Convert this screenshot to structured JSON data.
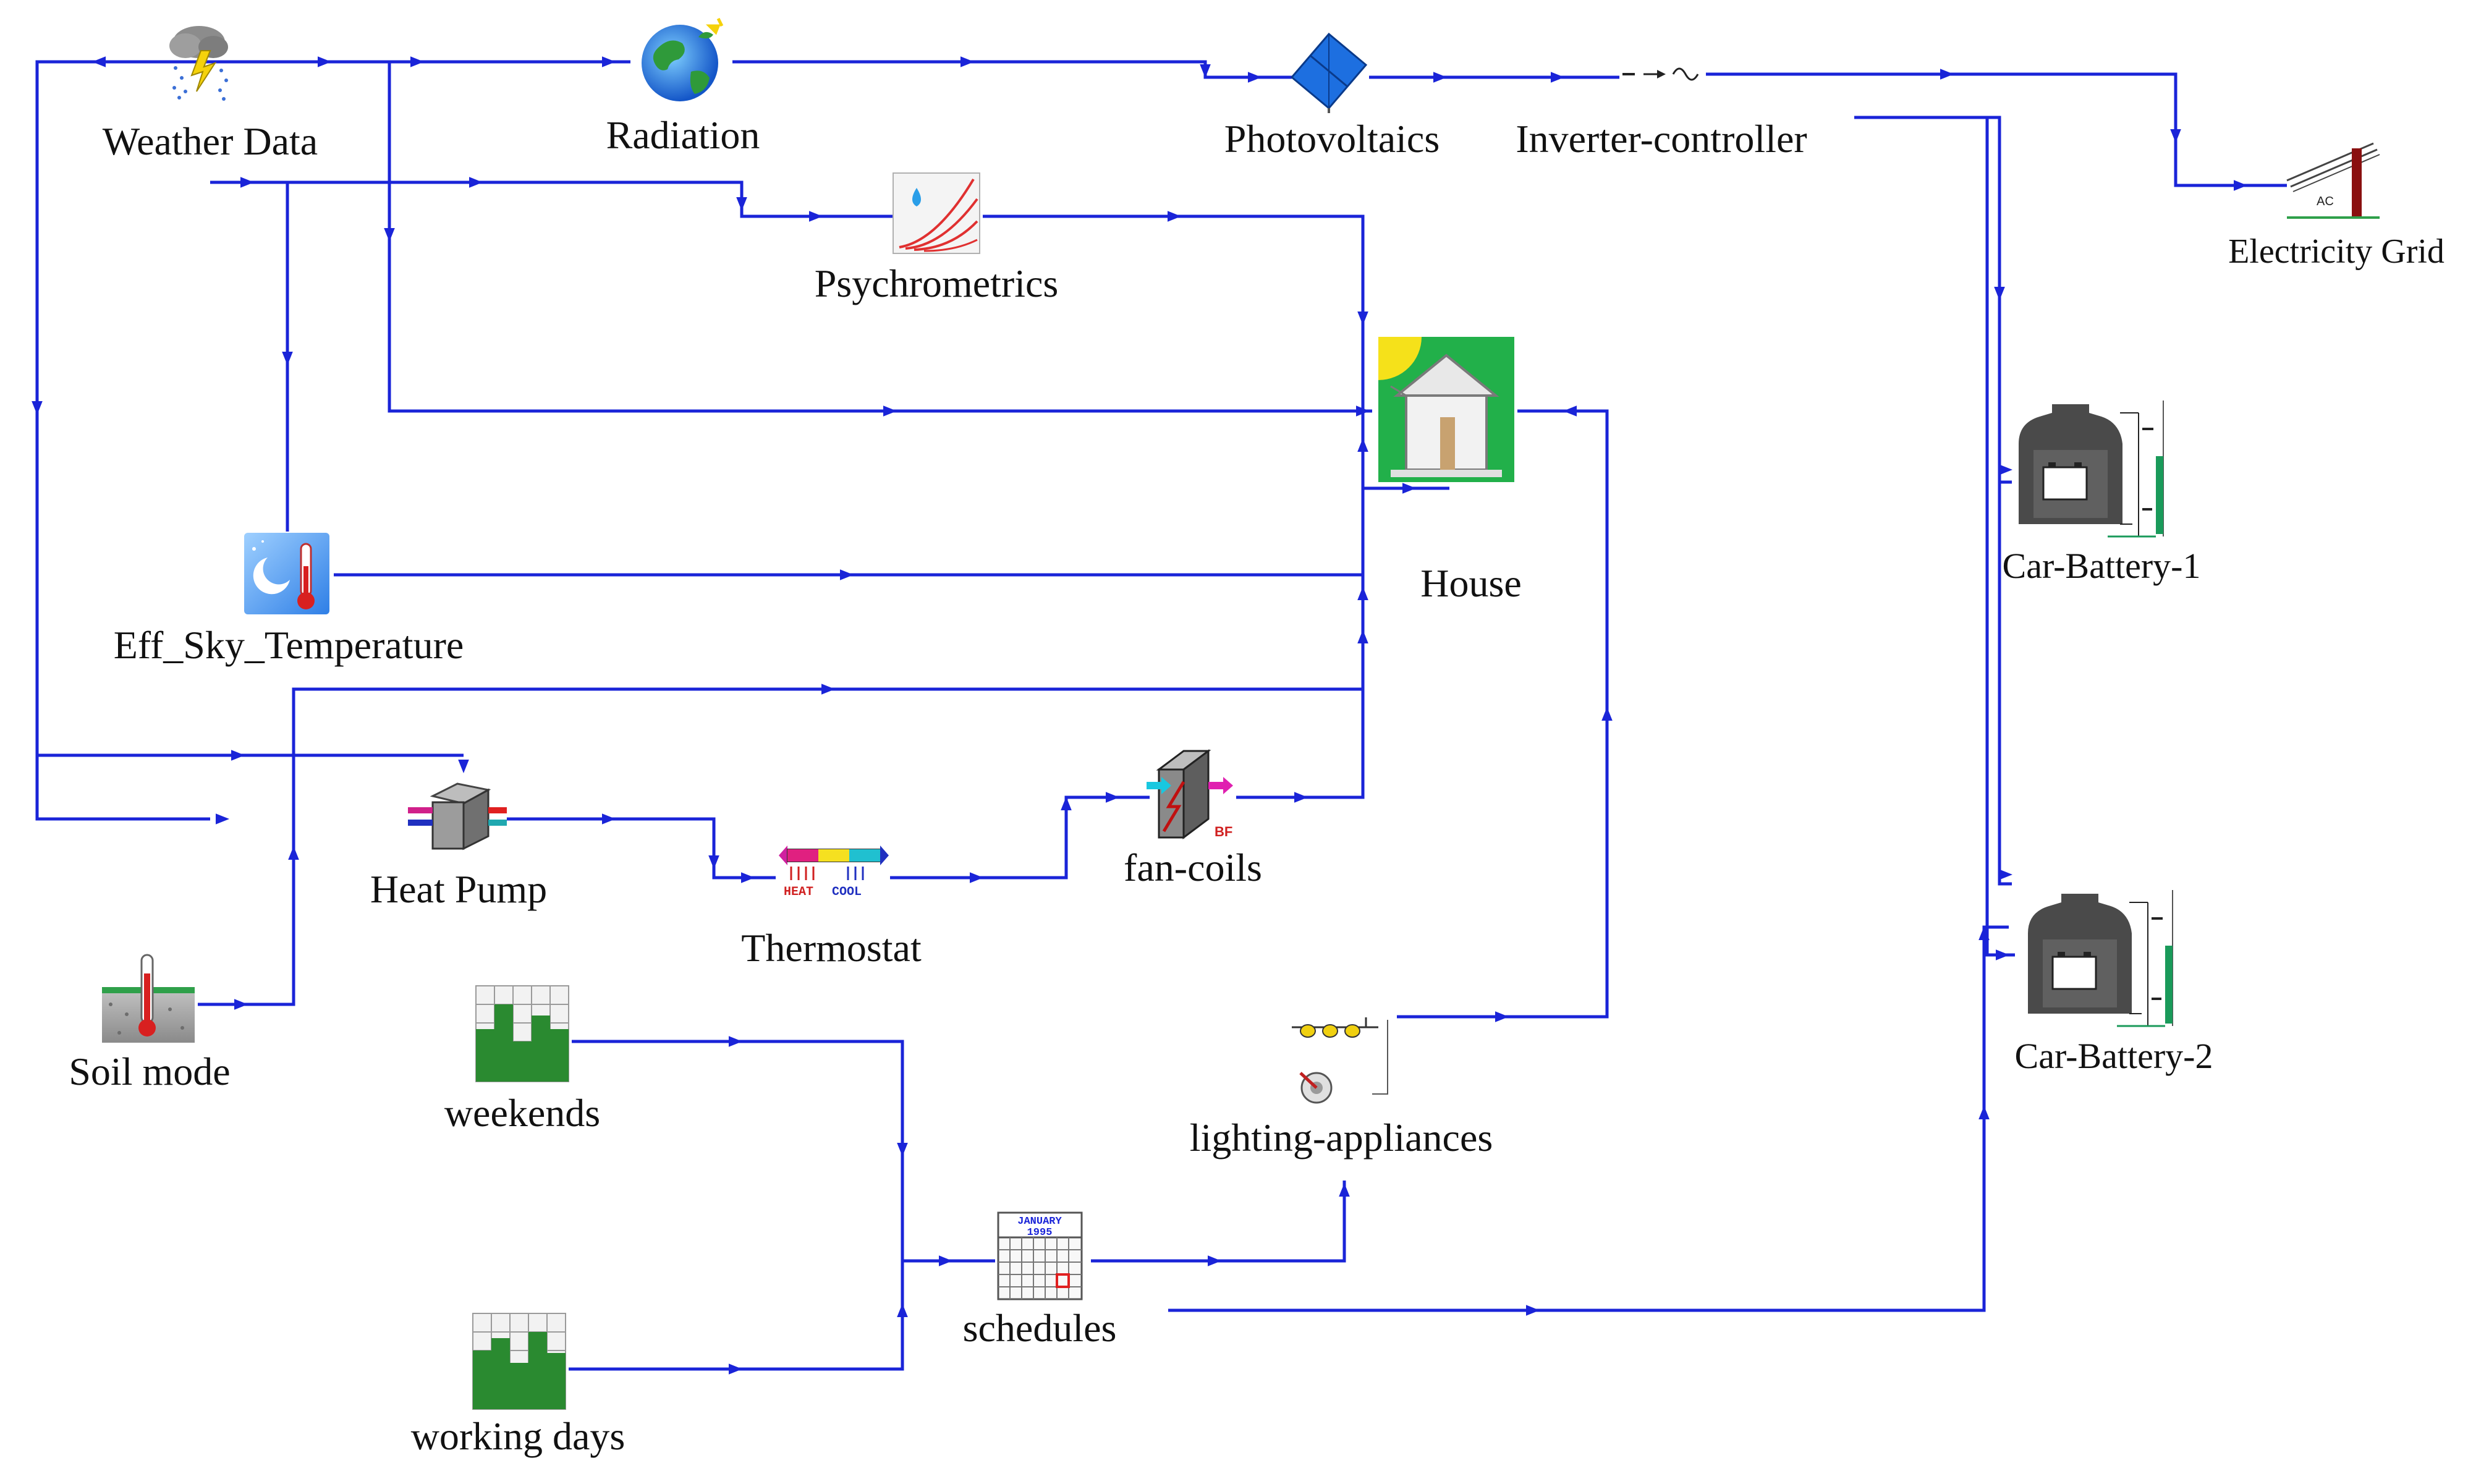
{
  "diagram": {
    "colors": {
      "link": "#1a24d8",
      "arrow": "#1a24d8",
      "label": "#111111"
    },
    "components": [
      {
        "id": "weather",
        "label": "Weather Data",
        "icon": "weather-cloud-lightning-icon"
      },
      {
        "id": "radiation",
        "label": "Radiation",
        "icon": "globe-icon"
      },
      {
        "id": "pv",
        "label": "Photovoltaics",
        "icon": "solar-panel-icon"
      },
      {
        "id": "inverter",
        "label": "Inverter-controller",
        "icon": "inverter-icon"
      },
      {
        "id": "grid",
        "label": "Electricity Grid",
        "icon": "power-pole-icon"
      },
      {
        "id": "psychro",
        "label": "Psychrometrics",
        "icon": "psychrometric-chart-icon"
      },
      {
        "id": "house",
        "label": "House",
        "icon": "house-icon"
      },
      {
        "id": "sky",
        "label": "Eff_Sky_Temperature",
        "icon": "sky-thermometer-icon"
      },
      {
        "id": "heatpump",
        "label": "Heat Pump",
        "icon": "heat-pump-icon"
      },
      {
        "id": "thermostat",
        "label": "Thermostat",
        "icon": "thermostat-icon"
      },
      {
        "id": "fancoils",
        "label": "fan-coils",
        "icon": "fan-coil-icon"
      },
      {
        "id": "soil",
        "label": "Soil mode",
        "icon": "soil-thermometer-icon"
      },
      {
        "id": "weekends",
        "label": "weekends",
        "icon": "bar-chart-grid-icon"
      },
      {
        "id": "workdays",
        "label": "working days",
        "icon": "bar-chart-grid-icon"
      },
      {
        "id": "schedules",
        "label": "schedules",
        "icon": "calendar-icon"
      },
      {
        "id": "lighting",
        "label": "lighting-appliances",
        "icon": "lighting-appliances-icon"
      },
      {
        "id": "car1",
        "label": "Car-Battery-1",
        "icon": "car-battery-icon"
      },
      {
        "id": "car2",
        "label": "Car-Battery-2",
        "icon": "car-battery-icon"
      }
    ],
    "icon_text": {
      "grid_ac": "AC",
      "fancoil_bf": "BF",
      "thermo_heat": "HEAT",
      "thermo_cool": "COOL",
      "cal_month": "JANUARY",
      "cal_year": "1995"
    }
  }
}
